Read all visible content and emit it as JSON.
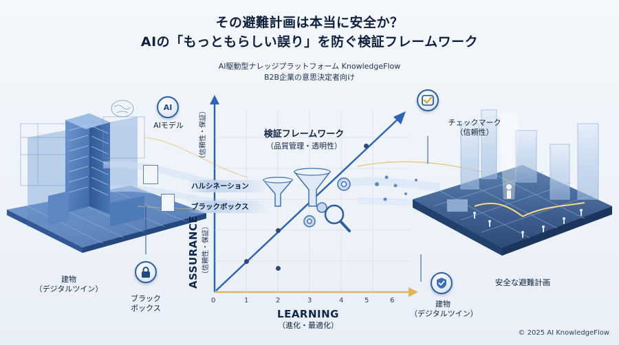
{
  "header": {
    "title_line1": "その避難計画は本当に安全か？",
    "title_line2": "AIの「もっともらしい誤り」を防ぐ検証フレームワーク",
    "subtitle_line1": "AI駆動型ナレッジプラットフォーム KnowledgeFlow",
    "subtitle_line2": "B2B企業の意思決定者向け"
  },
  "left": {
    "ai_model_icon": "AI",
    "ai_model_label": "AIモデル",
    "building_label_line1": "建物",
    "building_label_line2": "（デジタルツイン）",
    "blackbox_label_line1": "ブラック",
    "blackbox_label_line2": "ボックス",
    "banner_hallucination": "ハルシネーション",
    "banner_blackbox": "ブラックボックス"
  },
  "center": {
    "framework_title": "検証フレームワーク",
    "framework_sub": "（品質管理・透明性）",
    "y_axis_title": "ASSURANCE",
    "y_axis_sub": "（信頼性・保証）",
    "y_axis_top_note": "（信頼性・保証）",
    "x_axis_title": "LEARNING",
    "x_axis_sub": "（進化・最適化）",
    "x_ticks": [
      "0",
      "1",
      "2",
      "3",
      "4",
      "5",
      "6"
    ]
  },
  "right": {
    "checkmark_label_line1": "チェックマーク",
    "checkmark_label_line2": "（信頼性）",
    "safe_plan_label": "安全な避難計画",
    "building_label_line1": "建物",
    "building_label_line2": "（デジタルツイン）"
  },
  "footer": {
    "copyright": "© 2025 AI KnowledgeFlow"
  },
  "colors": {
    "navy": "#0d1f3d",
    "blueprint": "#3d6fb5",
    "accent_gold": "#e0b45a",
    "arrow_blue": "#2f64b3"
  }
}
